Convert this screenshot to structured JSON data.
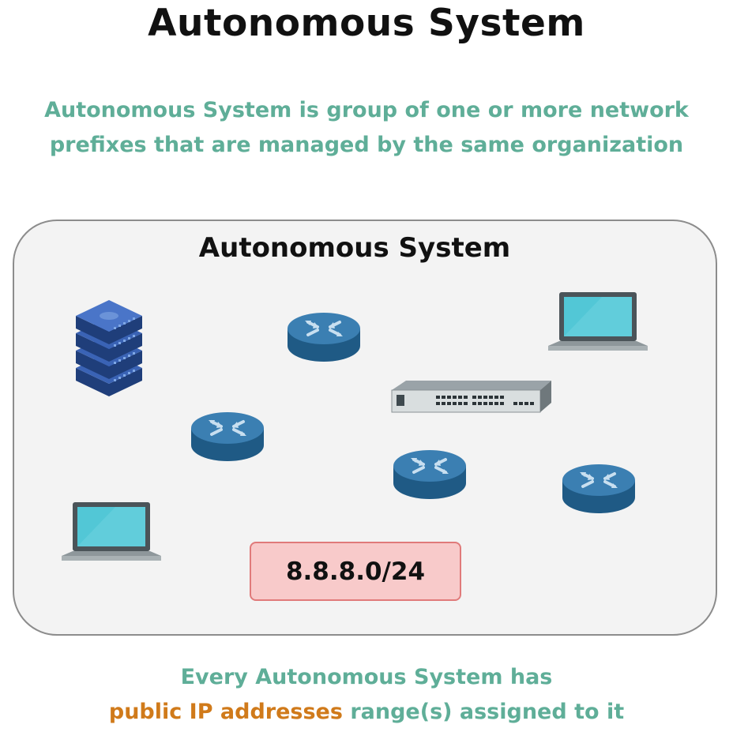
{
  "header": {
    "title": "Autonomous System",
    "subtitle_line1": "Autonomous System is group of one or more network",
    "subtitle_line2": "prefixes that are managed by the same organization"
  },
  "diagram": {
    "box_title": "Autonomous System",
    "prefix": "8.8.8.0/24",
    "devices": [
      {
        "name": "server",
        "icon": "server-stack-icon"
      },
      {
        "name": "router",
        "icon": "router-icon"
      },
      {
        "name": "router",
        "icon": "router-icon"
      },
      {
        "name": "router",
        "icon": "router-icon"
      },
      {
        "name": "router",
        "icon": "router-icon"
      },
      {
        "name": "switch",
        "icon": "network-switch-icon"
      },
      {
        "name": "laptop",
        "icon": "laptop-icon"
      },
      {
        "name": "laptop",
        "icon": "laptop-icon"
      }
    ],
    "colors": {
      "box_fill": "#f3f3f3",
      "prefix_fill": "#f8caca",
      "device_blue": "#2b6a94"
    }
  },
  "footer": {
    "line1": "Every Autonomous System has",
    "line2_highlight": "public IP addresses",
    "line2_rest": " range(s) assigned to it",
    "colors": {
      "teal": "#5fae98",
      "highlight": "#d07a1a"
    }
  }
}
